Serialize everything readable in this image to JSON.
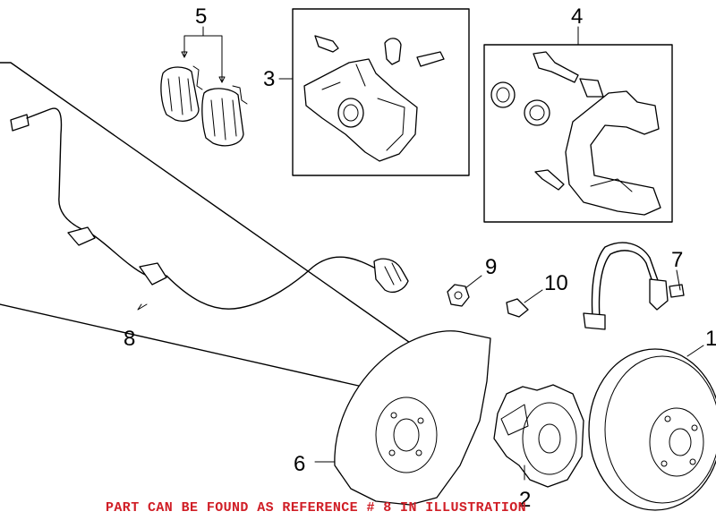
{
  "diagram": {
    "callouts": {
      "c1": "1",
      "c2": "2",
      "c3": "3",
      "c4": "4",
      "c5": "5",
      "c6": "6",
      "c7": "7",
      "c8": "8",
      "c9": "9",
      "c10": "10"
    },
    "footer_note": "PART CAN BE FOUND AS REFERENCE # 8 IN ILLUSTRATION",
    "footer_color": "#d01e26"
  }
}
